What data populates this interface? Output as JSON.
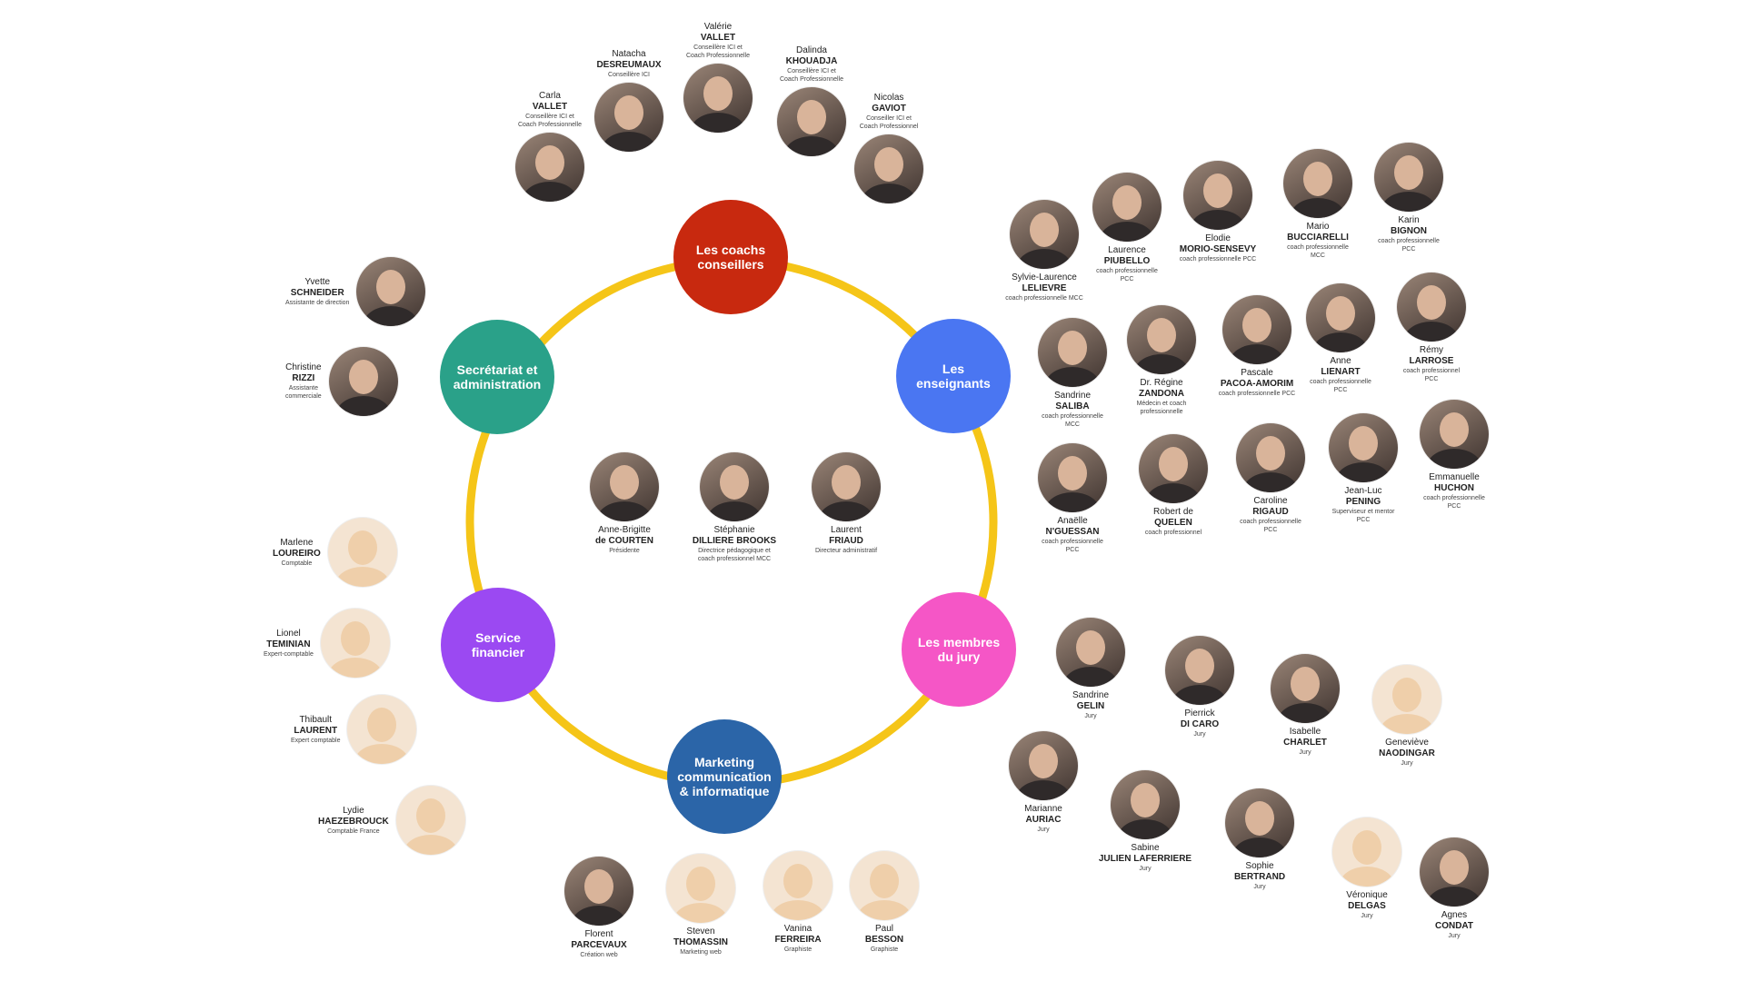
{
  "colors": {
    "ring": "#f5c518",
    "coachs": "#c8290f",
    "enseignants": "#4a76f2",
    "jury": "#f556c6",
    "marketing": "#2b65a8",
    "financier": "#9b49f2",
    "secretariat": "#2aa189",
    "placeholder": "#f4e4d2"
  },
  "groups": {
    "coachs": "Les coachs\nconseillers",
    "enseignants": "Les\nenseignants",
    "jury": "Les membres\ndu jury",
    "marketing": "Marketing\ncommunication\n& informatique",
    "financier": "Service financier",
    "secretariat": "Secrétariat et\nadministration"
  },
  "people": {
    "carla": {
      "first": "Carla",
      "last": "VALLET",
      "role": "Conseillère ICI et\nCoach Professionnelle"
    },
    "natacha": {
      "first": "Natacha",
      "last": "DESREUMAUX",
      "role": "Conseillère ICI"
    },
    "valerie": {
      "first": "Valérie",
      "last": "VALLET",
      "role": "Conseillère ICI et\nCoach Professionnelle"
    },
    "dalinda": {
      "first": "Dalinda",
      "last": "KHOUADJA",
      "role": "Conseillère ICI et\nCoach Professionnelle"
    },
    "nicolas": {
      "first": "Nicolas",
      "last": "GAVIOT",
      "role": "Conseiller ICI et\nCoach Professionnel"
    },
    "yvette": {
      "first": "Yvette",
      "last": "SCHNEIDER",
      "role": "Assistante de direction"
    },
    "christine": {
      "first": "Christine",
      "last": "RIZZI",
      "role": "Assistante\ncommerciale"
    },
    "anne_brigitte": {
      "first": "Anne-Brigitte",
      "last": "de COURTEN",
      "role": "Présidente"
    },
    "stephanie": {
      "first": "Stéphanie",
      "last": "DILLIERE BROOKS",
      "role": "Directrice pédagogique et\ncoach professionnel MCC"
    },
    "laurent": {
      "first": "Laurent",
      "last": "FRIAUD",
      "role": "Directeur administratif"
    },
    "sylvie": {
      "first": "Sylvie-Laurence",
      "last": "LELIEVRE",
      "role": "coach professionnelle  MCC"
    },
    "laurence": {
      "first": "Laurence",
      "last": "PIUBELLO",
      "role": "coach professionnelle\nPCC"
    },
    "elodie": {
      "first": "Elodie",
      "last": "MORIO-SENSEVY",
      "role": "coach professionnelle PCC"
    },
    "mario": {
      "first": "Mario",
      "last": "BUCCIARELLI",
      "role": "coach professionnelle\nMCC"
    },
    "karin": {
      "first": "Karin",
      "last": "BIGNON",
      "role": "coach professionnelle\nPCC"
    },
    "sandrine_s": {
      "first": "Sandrine",
      "last": "SALIBA",
      "role": "coach professionnelle\nMCC"
    },
    "regine": {
      "first": "Dr. Régine",
      "last": "ZANDONA",
      "role": "Médecin et coach\nprofessionnelle"
    },
    "pascale": {
      "first": "Pascale",
      "last": "PACOA-AMORIM",
      "role": "coach professionnelle PCC"
    },
    "anne_l": {
      "first": "Anne",
      "last": "LIENART",
      "role": "coach professionnelle\nPCC"
    },
    "remy": {
      "first": "Rémy",
      "last": "LARROSE",
      "role": "coach professionnel\nPCC"
    },
    "anaelle": {
      "first": "Anaëlle",
      "last": "N'GUESSAN",
      "role": "coach professionnelle\nPCC"
    },
    "robert": {
      "first": "Robert de",
      "last": "QUELEN",
      "role": "coach professionnel"
    },
    "caroline": {
      "first": "Caroline",
      "last": "RIGAUD",
      "role": "coach professionnelle\nPCC"
    },
    "jeanluc": {
      "first": "Jean-Luc",
      "last": "PENING",
      "role": "Superviseur  et mentor\nPCC"
    },
    "emmanuelle": {
      "first": "Emmanuelle",
      "last": "HUCHON",
      "role": "coach professionnelle\nPCC"
    },
    "marlene": {
      "first": "Marlene",
      "last": "LOUREIRO",
      "role": "Comptable"
    },
    "lionel": {
      "first": "Lionel",
      "last": "TEMINIAN",
      "role": "Expert-comptable"
    },
    "thibault": {
      "first": "Thibault",
      "last": "LAURENT",
      "role": "Expert comptable"
    },
    "lydie": {
      "first": "Lydie",
      "last": "HAEZEBROUCK",
      "role": "Comptable France"
    },
    "sandrine_g": {
      "first": "Sandrine",
      "last": "GELIN",
      "role": "Jury"
    },
    "pierrick": {
      "first": "Pierrick",
      "last": "DI CARO",
      "role": "Jury"
    },
    "isabelle": {
      "first": "Isabelle",
      "last": "CHARLET",
      "role": "Jury"
    },
    "genevieve": {
      "first": "Geneviève",
      "last": "NAODINGAR",
      "role": "Jury"
    },
    "marianne": {
      "first": "Marianne",
      "last": "AURIAC",
      "role": "Jury"
    },
    "sabine": {
      "first": "Sabine",
      "last": "JULIEN LAFERRIERE",
      "role": "Jury"
    },
    "sophie": {
      "first": "Sophie",
      "last": "BERTRAND",
      "role": "Jury"
    },
    "veronique": {
      "first": "Véronique",
      "last": "DELGAS",
      "role": "Jury"
    },
    "agnes": {
      "first": "Agnes",
      "last": "CONDAT",
      "role": "Jury"
    },
    "florent": {
      "first": "Florent",
      "last": "PARCEVAUX",
      "role": "Création web"
    },
    "steven": {
      "first": "Steven",
      "last": "THOMASSIN",
      "role": "Marketing web"
    },
    "vanina": {
      "first": "Vanina",
      "last": "FERREIRA",
      "role": "Graphiste"
    },
    "paul": {
      "first": "Paul",
      "last": "BESSON",
      "role": "Graphiste"
    }
  }
}
